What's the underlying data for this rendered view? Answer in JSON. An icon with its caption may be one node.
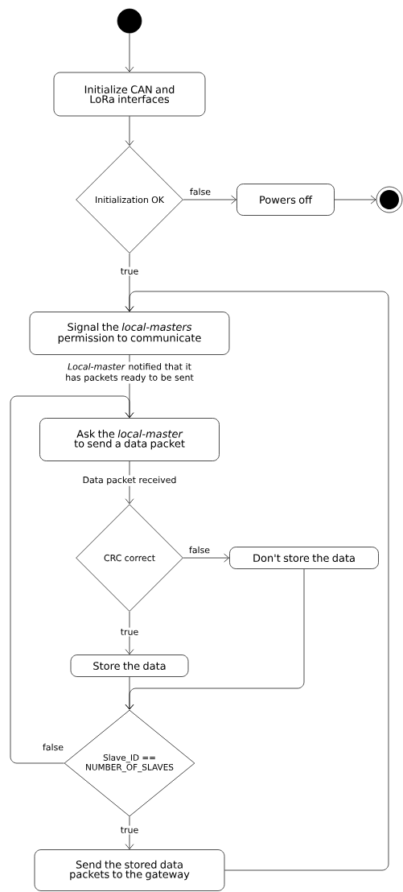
{
  "diagram": {
    "nodes": [
      {
        "text": [],
        "shape": "circle"
      },
      {
        "text": [
          "Initialize CAN and LoRa interfaces"
        ]
      },
      {
        "text": [
          "Initialization OK"
        ]
      },
      {
        "text": [
          "Powers off"
        ]
      },
      {
        "text": [],
        "shape": "circle"
      },
      {
        "text": [
          "Signal the *local-masters* permission to communicate"
        ]
      },
      {
        "text": [
          "Ask the *local-master* to send a data packet"
        ]
      },
      {
        "text": [
          "CRC correct"
        ]
      },
      {
        "text": [
          "Don't store the data"
        ]
      },
      {
        "text": [
          "Store the data"
        ]
      },
      {
        "text": [
          "Slave_ID == NUMBER_OF_SLAVES"
        ]
      },
      {
        "text": [
          "Send the stored data packets to the gateway"
        ]
      }
    ],
    "edges": [
      {
        "from": 0,
        "to": 1,
        "arrow": "to"
      },
      {
        "from": 1,
        "to": 2,
        "arrow": "to"
      },
      {
        "from": 2,
        "to": 3,
        "arrow": "to",
        "label": "false"
      },
      {
        "from": 3,
        "to": 4,
        "arrow": "to"
      },
      {
        "from": 2,
        "to": 5,
        "arrow": "to",
        "label": "true"
      },
      {
        "from": 5,
        "to": 6,
        "arrow": "to",
        "label": "*Local-master* notified that it has packets ready to be sent"
      },
      {
        "from": 6,
        "to": 7,
        "arrow": "to",
        "label": "Data packet received"
      },
      {
        "from": 7,
        "to": 8,
        "arrow": "to",
        "label": "false"
      },
      {
        "from": 7,
        "to": 9,
        "arrow": "to",
        "label": "true"
      },
      {
        "from": 9,
        "to": 10,
        "arrow": "to"
      },
      {
        "from": 8,
        "to": 10,
        "arrow": "to"
      },
      {
        "from": 10,
        "to": 6,
        "arrow": "to",
        "label": "false"
      },
      {
        "from": 10,
        "to": 11,
        "arrow": "to",
        "label": "true"
      },
      {
        "from": 11,
        "to": 5,
        "arrow": "to"
      }
    ]
  }
}
